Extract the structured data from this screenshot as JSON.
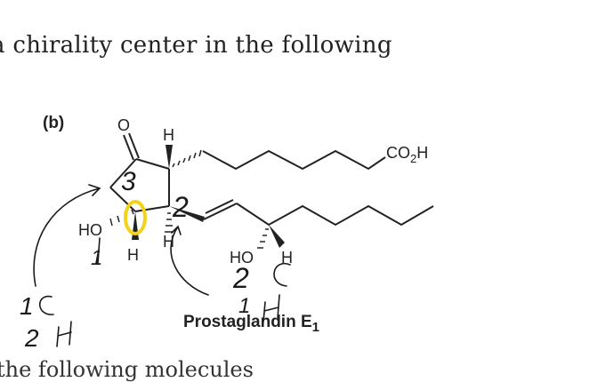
{
  "question": {
    "top_text": "a chirality center in the following",
    "bottom_text": "the following molecules"
  },
  "figure": {
    "part_label": "(b)",
    "caption_main": "Prostaglandin E",
    "caption_subscript": "1",
    "atoms": {
      "oxygen": "O",
      "h_top": "H",
      "carboxyl_main": "CO",
      "carboxyl_sub": "2",
      "carboxyl_end": "H",
      "hydroxyl_ring": "HO",
      "h_ring_bottom_left": "H",
      "h_ring_bottom_right": "H",
      "hydroxyl_chain": "HO",
      "h_chain": "H"
    }
  },
  "annotations": {
    "ink_color": "#1a1a1a",
    "highlight_color": "#f2d21b",
    "numbers": {
      "ring_top": "3",
      "ring_right": "2",
      "ring_left": "1",
      "chain_top": "2",
      "chain_bottom": "1",
      "margin_top": "1",
      "margin_bottom": "2"
    }
  }
}
